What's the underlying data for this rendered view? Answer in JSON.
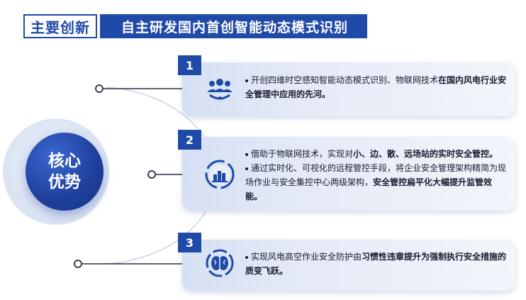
{
  "header": {
    "tag": "主要创新",
    "title": "自主研发国内首创智能动态模式识别"
  },
  "core": {
    "line1": "核心",
    "line2": "优势"
  },
  "cards": [
    {
      "number": "1",
      "icon": "people-group-icon",
      "items": [
        {
          "normal": "开创四维时空感知智能动态模式识别、物联网技术",
          "bold": "在国内风电行业安全管理中应用的先河。"
        }
      ]
    },
    {
      "number": "2",
      "icon": "building-chart-icon",
      "items": [
        {
          "normal": "借助于物联网技术，实现对",
          "bold": "小、边、散、远场站的实时安全管控。"
        },
        {
          "normal": "通过实时化、可视化的远程管控手段，将企业安全管理架构精简为现场作业与安全集控中心两级架构，",
          "bold": "安全管控扁平化大幅提升监管效能。"
        }
      ]
    },
    {
      "number": "3",
      "icon": "brain-icon",
      "items": [
        {
          "normal": "实现风电高空作业安全防护由",
          "bold": "习惯性违章提升为强制执行安全措施的质变飞跃。"
        }
      ]
    }
  ],
  "colors": {
    "brand_blue": "#1f4aa8",
    "card_bg": "#e4eaf6"
  }
}
